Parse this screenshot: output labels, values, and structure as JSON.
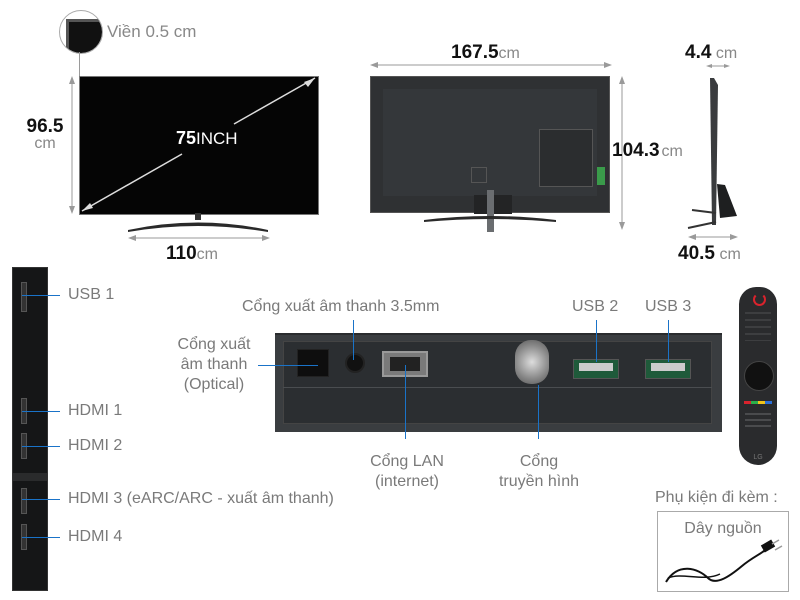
{
  "front_view": {
    "bezel_label": "Viền 0.5 cm",
    "diagonal_number": "75",
    "diagonal_unit": "INCH",
    "height_number": "96.5",
    "height_unit": "cm",
    "stand_width_number": "110",
    "stand_width_unit": "cm"
  },
  "back_view": {
    "width_number": "167.5",
    "width_unit": "cm",
    "height_number": "104.3",
    "height_unit": "cm"
  },
  "side_view": {
    "depth_number": "4.4",
    "depth_unit": "cm",
    "stand_depth_number": "40.5",
    "stand_depth_unit": "cm"
  },
  "side_ports": [
    "USB 1",
    "HDMI 1",
    "HDMI 2",
    "HDMI 3 (eARC/ARC - xuất âm thanh)",
    "HDMI 4"
  ],
  "rear_ports": {
    "optical_line1": "Cổng xuất",
    "optical_line2": "âm thanh",
    "optical_line3": "(Optical)",
    "audio_35": "Cổng xuất âm thanh 3.5mm",
    "lan_line1": "Cổng LAN",
    "lan_line2": "(internet)",
    "antenna_line1": "Cổng",
    "antenna_line2": "truyền hình",
    "usb2": "USB 2",
    "usb3": "USB 3"
  },
  "accessories": {
    "title": "Phụ kiện đi kèm :",
    "power_cord": "Dây nguồn",
    "remote_brand": "LG"
  },
  "colors": {
    "callout_line": "#1a73c8",
    "dimension_line": "#9a9a9a",
    "tv_body": "#0d0d0d",
    "panel_gray": "#3a3d40",
    "power_button": "#d9232d"
  }
}
